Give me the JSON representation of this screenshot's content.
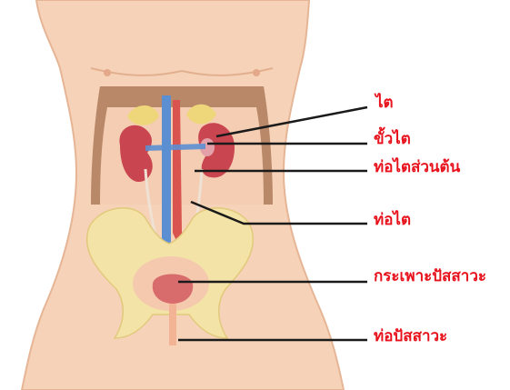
{
  "colors": {
    "label_text": "#e8121c",
    "leader_line": "#1a1a1a",
    "skin": "#f6d2b8",
    "skin_shadow": "#e9b89a",
    "bone": "#f3e3a6",
    "kidney": "#c9454f",
    "vein": "#5b8fd2",
    "artery": "#d9534f",
    "bladder": "#d86c6c",
    "cavity": "#b98869"
  },
  "labels": {
    "kidney": "ไต",
    "renal_pelvis": "ขั้วไต",
    "proximal_ureter": "ท่อไตส่วนต้น",
    "ureter": "ท่อไต",
    "bladder": "กระเพาะปัสสาวะ",
    "urethra": "ท่อปัสสาวะ"
  }
}
